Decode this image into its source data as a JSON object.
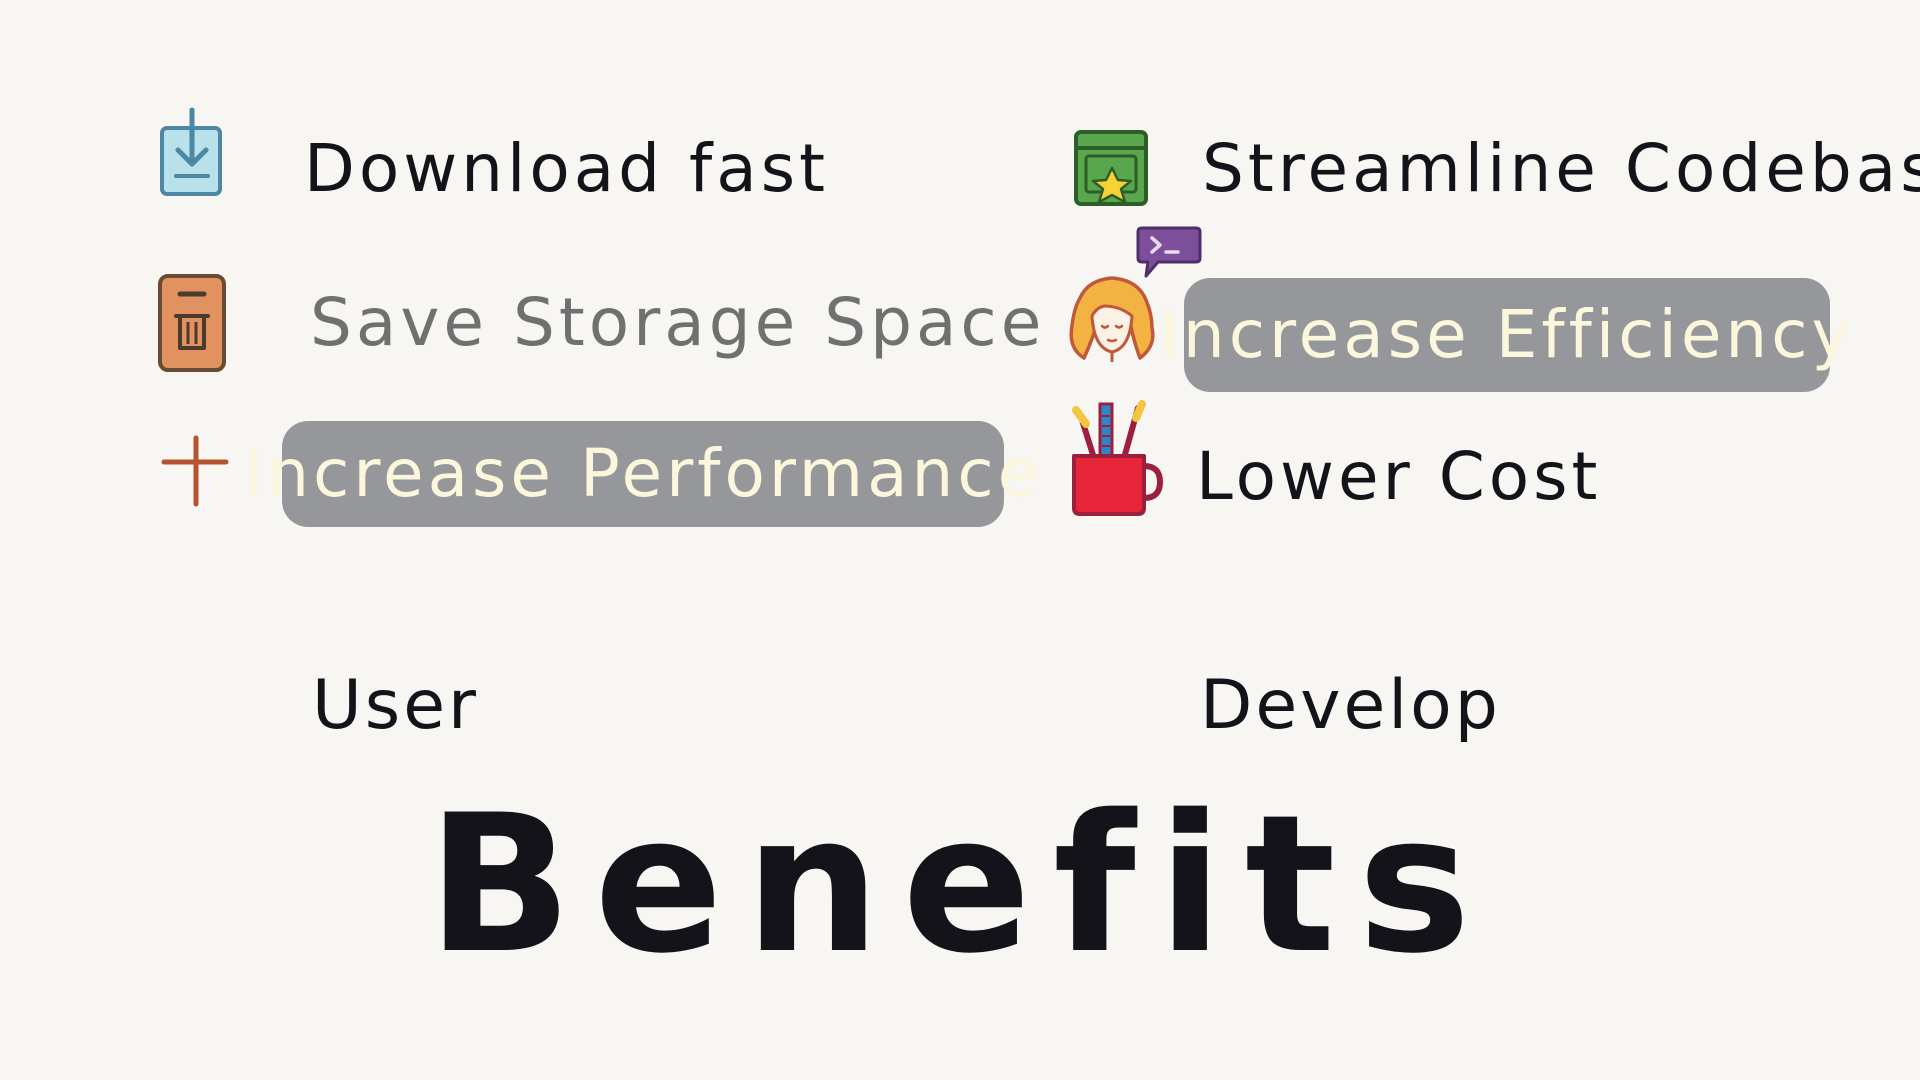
{
  "title": "Benefits",
  "groups": {
    "user": {
      "label": "User",
      "items": [
        {
          "label": "Download fast",
          "icon": "download-icon"
        },
        {
          "label": "Save Storage Space",
          "icon": "trash-icon"
        },
        {
          "label": "Increase Performance",
          "icon": "plus-icon",
          "highlighted": true
        }
      ]
    },
    "develop": {
      "label": "Develop",
      "items": [
        {
          "label": "Streamline Codebase",
          "icon": "star-box-icon"
        },
        {
          "label": "Increase Efficiency",
          "icon": "developer-avatar-icon",
          "highlighted": true
        },
        {
          "label": "Lower Cost",
          "icon": "pen-cup-icon"
        }
      ]
    }
  },
  "colors": {
    "background": "#f7f6f3",
    "text": "#15131a",
    "muted_text": "#707070",
    "highlight_fill": "#96979b",
    "highlight_text": "#fbf6dc",
    "download_icon": "#b9e1ea",
    "trash_icon": "#e1925e",
    "plus_icon": "#b4532f",
    "star_box_icon": "#5aa64c",
    "terminal_bubble_icon": "#7c4f9a",
    "cup_icon": "#e7263a"
  }
}
